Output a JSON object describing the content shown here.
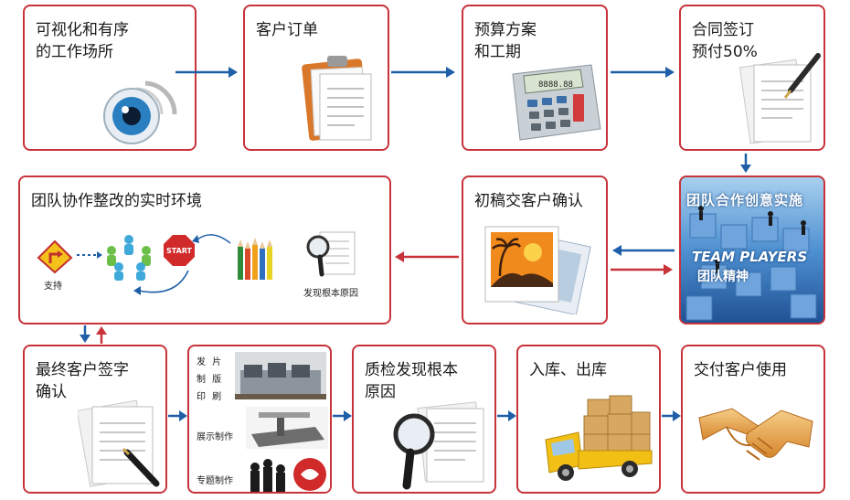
{
  "steps": {
    "visual_workplace": "可视化和有序\n的工作场所",
    "customer_order": "客户订单",
    "budget_schedule": "预算方案\n和工期",
    "contract": "合同签订\n预付50%",
    "team_environment": "团队协作整改的实时环境",
    "draft_confirm": "初稿交客户确认",
    "final_signature": "最终客户签字\n确认",
    "qc_root_cause": "质检发现根本\n原因",
    "warehouse": "入库、出库",
    "delivery": "交付客户使用"
  },
  "calculator_display": "8888.88",
  "team_env": {
    "support_label": "支持",
    "start_label": "START",
    "root_cause_label": "发现根本原因"
  },
  "team_photo": {
    "top_text": "团队合作创意实施",
    "team_players": "TEAM PLAYERS",
    "team_spirit": "团队精神"
  },
  "production": {
    "print_plate": "发 片\n制 版\n印 刷",
    "display_making": "展示制作",
    "special_making": "专题制作"
  },
  "colors": {
    "border": "#c8333a",
    "arrow_blue": "#1f5fa8",
    "arrow_red": "#c8333a"
  }
}
